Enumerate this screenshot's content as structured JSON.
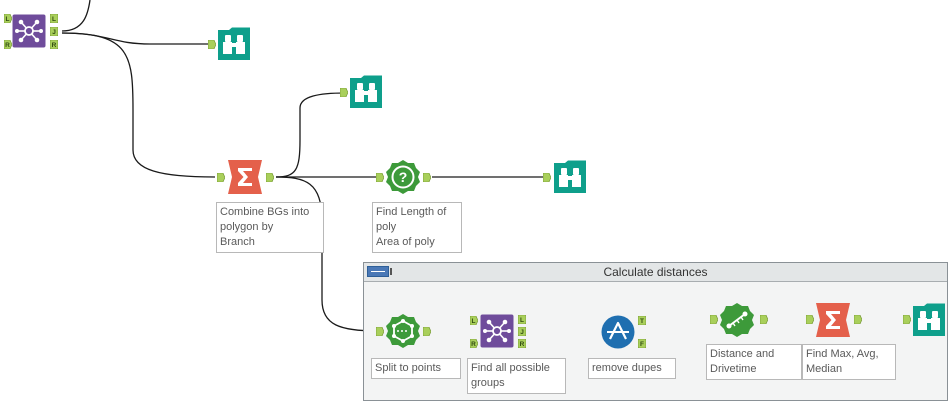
{
  "container": {
    "title": "Calculate distances"
  },
  "annotations": {
    "summarize1": "Combine BGs into\npolygon by\nBranch",
    "formula1": "Find Length of\npoly\nArea of poly",
    "split": "Split to points",
    "join2": "Find all possible\ngroups",
    "filter": "remove dupes",
    "distance": "Distance and\nDrivetime",
    "summarize2": "Find Max, Avg,\nMedian"
  },
  "anchor_labels": {
    "left": "L",
    "right": "R",
    "join": "J",
    "true": "T",
    "false": "F"
  },
  "colors": {
    "join": "#6f4c9b",
    "browse": "#0e9f8b",
    "summarize": "#e4604b",
    "formula": "#3d9a3a",
    "filter": "#1f6fb0",
    "anchor": "#a9cf5b",
    "wire": "#1a1a1a"
  },
  "icons": {
    "join": "join-icon",
    "browse": "binoculars-icon",
    "summarize": "sigma-icon",
    "formula": "question-gear-icon",
    "split": "polysplit-icon",
    "filter": "filter-icon",
    "distance": "distance-ruler-icon"
  }
}
